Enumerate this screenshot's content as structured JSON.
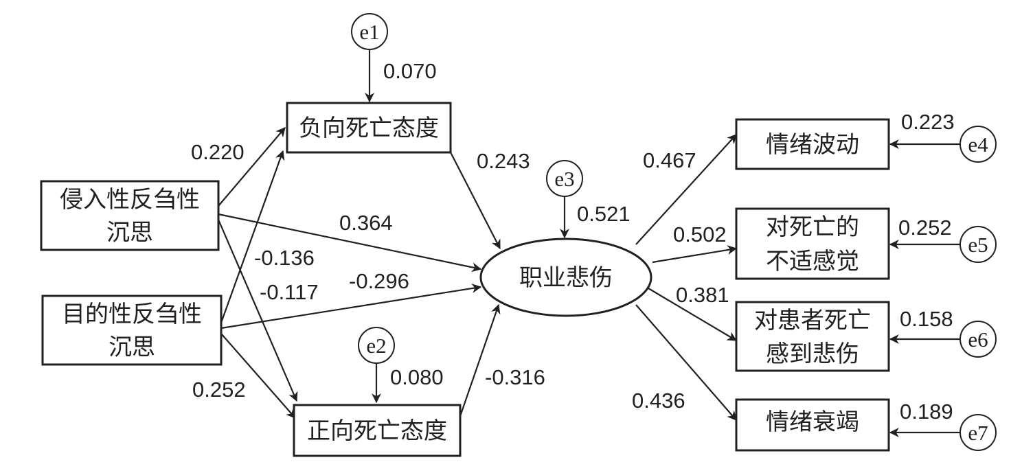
{
  "nodes": {
    "intrusive": {
      "line1": "侵入性反刍性",
      "line2": "沉思"
    },
    "deliberate": {
      "line1": "目的性反刍性",
      "line2": "沉思"
    },
    "negative": {
      "label": "负向死亡态度"
    },
    "positive": {
      "label": "正向死亡态度"
    },
    "grief": {
      "label": "职业悲伤"
    },
    "emotional_fluctuation": {
      "label": "情绪波动"
    },
    "death_discomfort": {
      "line1": "对死亡的",
      "line2": "不适感觉"
    },
    "patient_death_grief": {
      "line1": "对患者死亡",
      "line2": "感到悲伤"
    },
    "emotional_exhaustion": {
      "label": "情绪衰竭"
    }
  },
  "errors": {
    "e1": {
      "label": "e1",
      "value": "0.070"
    },
    "e2": {
      "label": "e2",
      "value": "0.080"
    },
    "e3": {
      "label": "e3",
      "value": "0.521"
    },
    "e4": {
      "label": "e4",
      "value": "0.223"
    },
    "e5": {
      "label": "e5",
      "value": "0.252"
    },
    "e6": {
      "label": "e6",
      "value": "0.158"
    },
    "e7": {
      "label": "e7",
      "value": "0.189"
    }
  },
  "paths": {
    "intrusive_to_negative": "0.220",
    "intrusive_to_grief": "0.364",
    "intrusive_to_positive": "-0.136",
    "deliberate_to_negative": "-0.117",
    "deliberate_to_grief": "-0.296",
    "deliberate_to_positive": "0.252",
    "negative_to_grief": "0.243",
    "positive_to_grief": "-0.316",
    "grief_to_fluctuation": "0.467",
    "grief_to_discomfort": "0.502",
    "grief_to_patient_death": "0.381",
    "grief_to_exhaustion": "0.436"
  }
}
